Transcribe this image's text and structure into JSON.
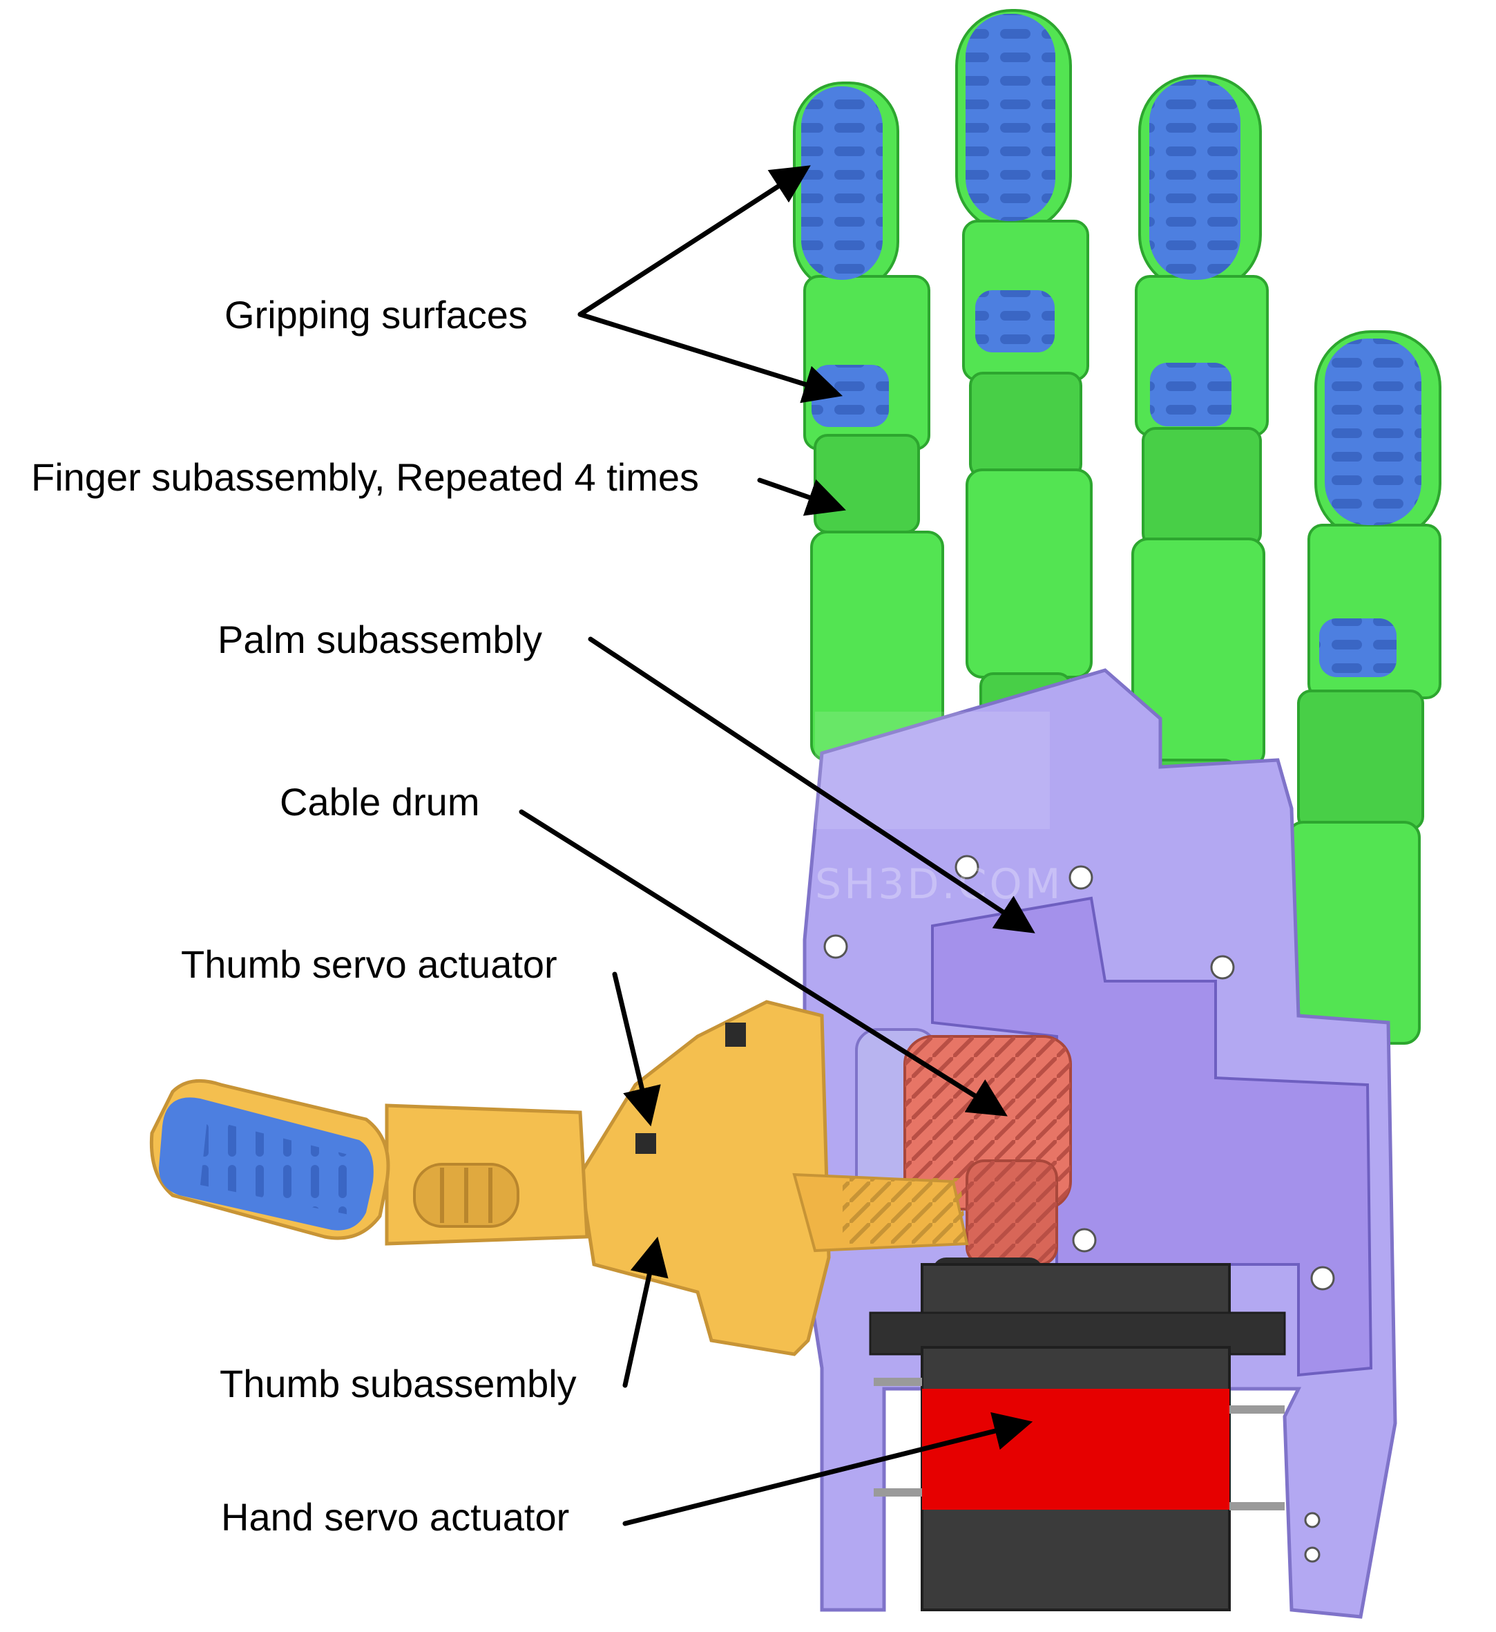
{
  "labels": {
    "gripping": "Gripping surfaces",
    "finger": "Finger subassembly, Repeated 4 times",
    "palm": "Palm subassembly",
    "cable": "Cable drum",
    "thumb_servo": "Thumb servo actuator",
    "thumb_sub": "Thumb subassembly",
    "hand_servo": "Hand servo actuator"
  },
  "watermark": "SH3D.COM",
  "colors": {
    "finger_green": "#53e452",
    "grip_blue": "#4d7fe0",
    "palm_lavender": "#b3a8f2",
    "palm_window": "#9f8ae8",
    "thumb_yellow": "#f4bf4f",
    "drum_salmon": "#e77566",
    "servo_dark": "#3b3b3b",
    "servo_red": "#e60000",
    "arrow": "#000000"
  }
}
